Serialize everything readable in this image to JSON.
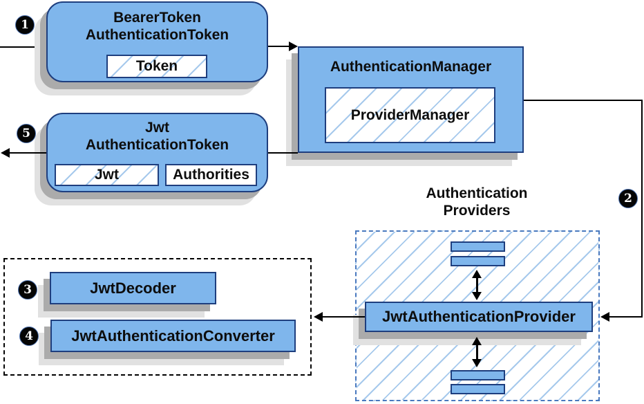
{
  "steps": [
    "1",
    "2",
    "3",
    "4",
    "5"
  ],
  "nodes": {
    "bearer_token": {
      "title_line1": "BearerToken",
      "title_line2": "AuthenticationToken",
      "field": "Token"
    },
    "authentication_manager": {
      "title": "AuthenticationManager",
      "implementation": "ProviderManager"
    },
    "jwt_authentication_token": {
      "title_line1": "Jwt",
      "title_line2": "AuthenticationToken",
      "field1": "Jwt",
      "field2": "Authorities"
    },
    "authentication_providers": {
      "label_line1": "Authentication",
      "label_line2": "Providers",
      "provider": "JwtAuthenticationProvider"
    },
    "decoder_group": {
      "decoder": "JwtDecoder",
      "converter": "JwtAuthenticationConverter"
    }
  },
  "colors": {
    "node_fill": "#7fb6ec",
    "node_border": "#1e3e7e",
    "hatch_line": "#a6c9ec",
    "providers_dash_border": "#4878be",
    "decoder_dash_border": "#000000",
    "shadow_dark": "#ababab",
    "shadow_light": "#e1e1e1",
    "line": "#000000",
    "badge_bg": "#050505",
    "badge_text": "#ffffff",
    "background": "#ffffff"
  }
}
